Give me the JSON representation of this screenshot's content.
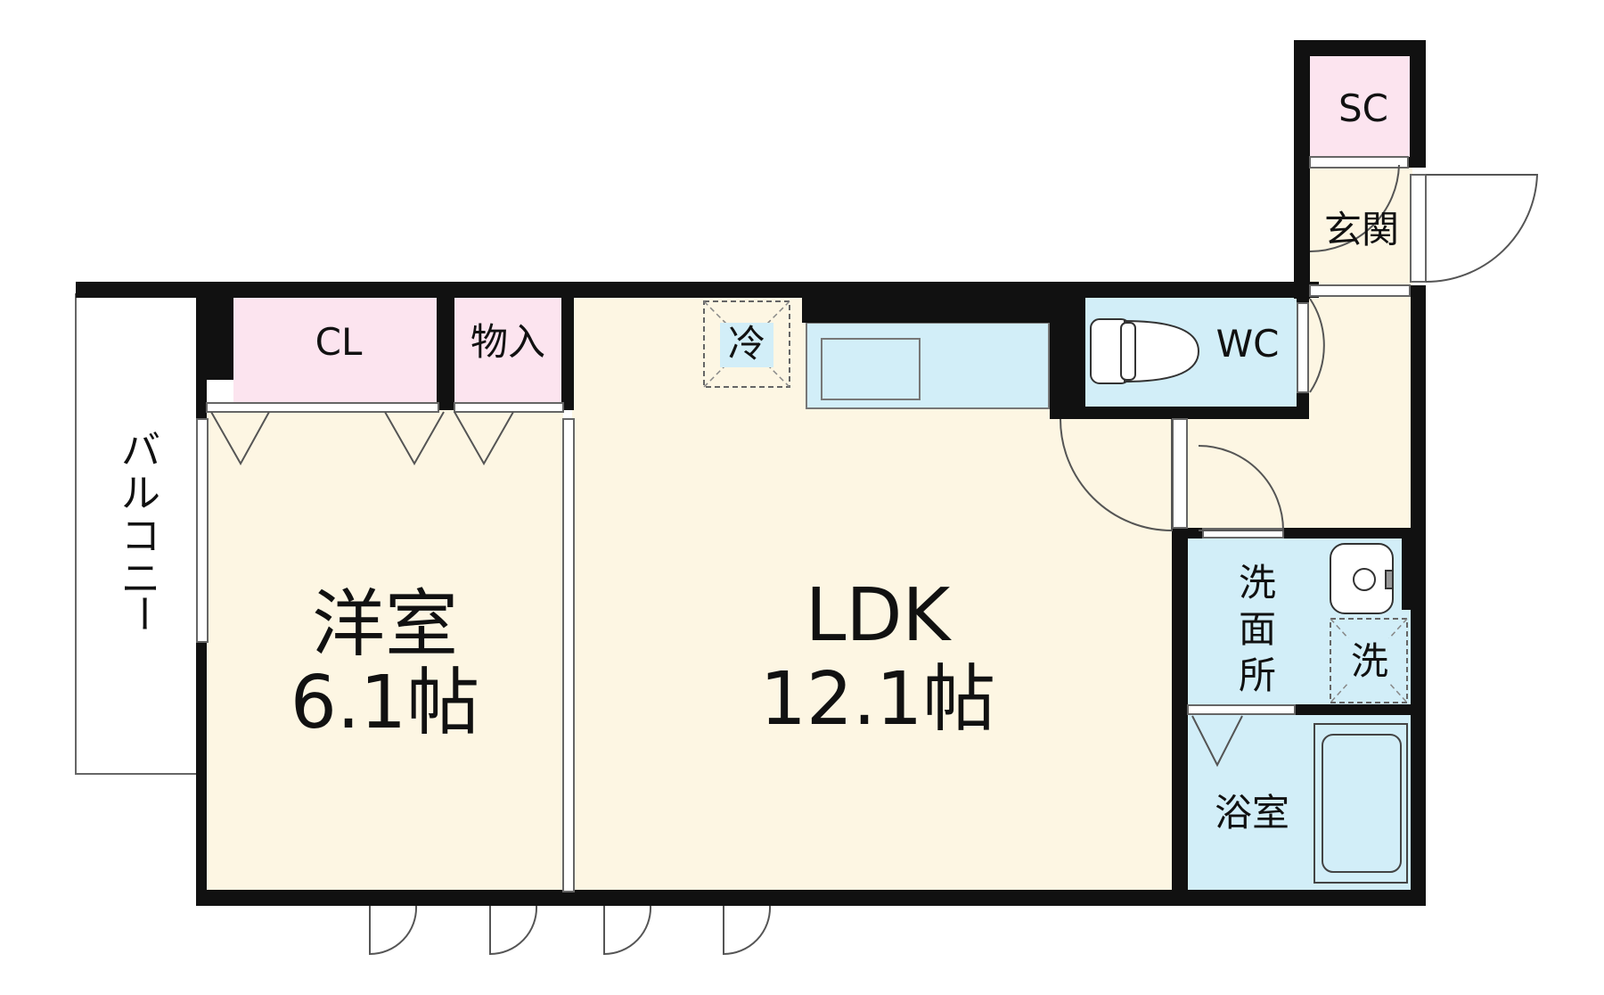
{
  "rooms": {
    "western_room": {
      "name": "洋室",
      "size": "6.1帖"
    },
    "ldk": {
      "name": "LDK",
      "size": "12.1帖"
    },
    "closet": "CL",
    "storage": "物入",
    "toilet": "WC",
    "entrance": "玄関",
    "shoe_closet": "SC",
    "washroom": [
      "洗",
      "面",
      "所"
    ],
    "bathroom": "浴室",
    "balcony": [
      "バ",
      "ル",
      "コ",
      "ニ",
      "ー"
    ]
  },
  "fixtures": {
    "fridge": "冷",
    "washer": "洗"
  },
  "colors": {
    "living": "#FDF6E3",
    "storage": "#FCE4EF",
    "water": "#D2EEF8",
    "wall": "#111111"
  }
}
